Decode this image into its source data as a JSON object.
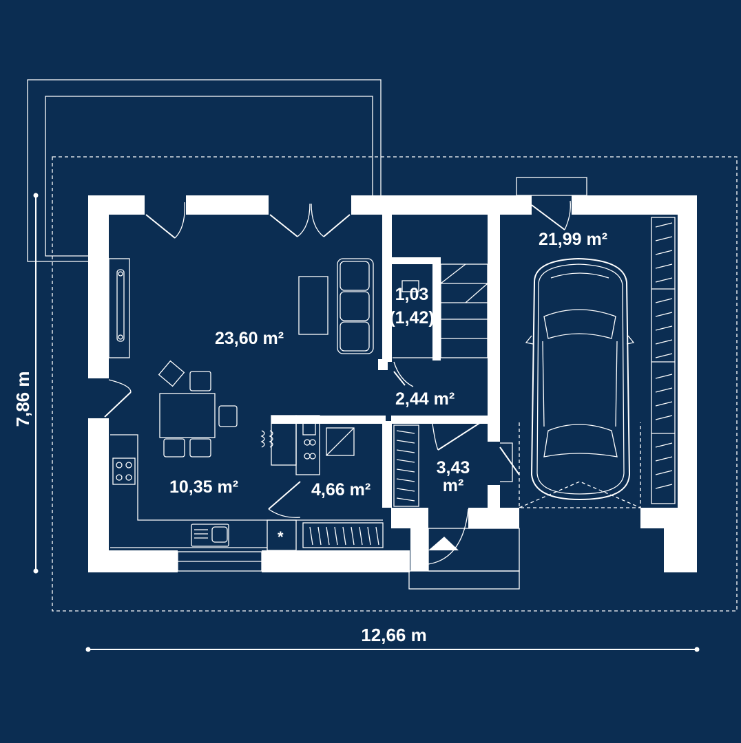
{
  "plan": {
    "background_color": "#0b2d52",
    "line_color": "#ffffff",
    "dimensions": {
      "width": "12,66 m",
      "height": "7,86 m"
    },
    "rooms": {
      "living": {
        "area": "23,60 m²"
      },
      "garage": {
        "area": "21,99 m²"
      },
      "wc_top": "1,03",
      "wc_bottom": "(1,42)",
      "hall": {
        "area": "2,44 m²"
      },
      "kitchen": {
        "area": "10,35 m²"
      },
      "pantry": {
        "area": "4,66 m²"
      },
      "vestibule_top": "3,43",
      "vestibule_bottom": "m²"
    },
    "symbols": {
      "star_mark": "*"
    }
  }
}
